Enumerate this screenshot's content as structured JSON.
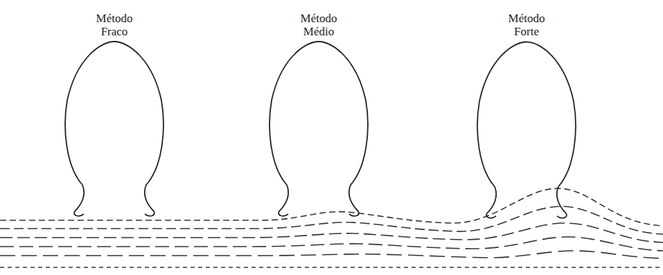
{
  "diagram": {
    "nodes": [
      {
        "text": [
          "Método Fraco"
        ]
      },
      {
        "text": [
          "Método Médio"
        ]
      },
      {
        "text": [
          "Método Forte"
        ]
      }
    ]
  }
}
